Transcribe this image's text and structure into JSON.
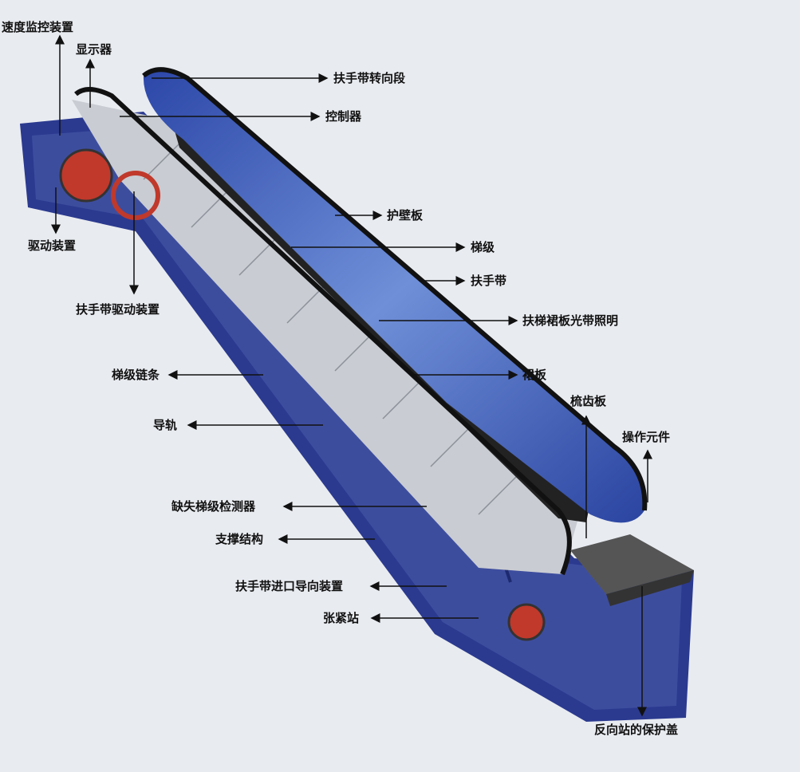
{
  "title": "扶梯结构示意图",
  "labels": {
    "speed_monitor": "速度监控装置",
    "display": "显示器",
    "handrail_turn": "扶手带转向段",
    "controller": "控制器",
    "guard_panel": "护壁板",
    "step": "梯级",
    "handrail": "扶手带",
    "skirt_lighting": "扶梯裙板光带照明",
    "skirt": "裙板",
    "comb_plate": "梳齿板",
    "operating_element": "操作元件",
    "drive_unit": "驱动装置",
    "handrail_drive": "扶手带驱动装置",
    "step_chain": "梯级链条",
    "guide_rail": "导轨",
    "missing_step_detector": "缺失梯级检测器",
    "support_structure": "支撑结构",
    "handrail_inlet_guide": "扶手带进口导向装置",
    "tension_station": "张紧站",
    "return_station_cover": "反向站的保护盖"
  },
  "colors": {
    "truss": "#2b3a8f",
    "panel": "#3a58b8",
    "handrail": "#111111",
    "drive": "#c0392b",
    "steps": "#c9ccd2"
  }
}
